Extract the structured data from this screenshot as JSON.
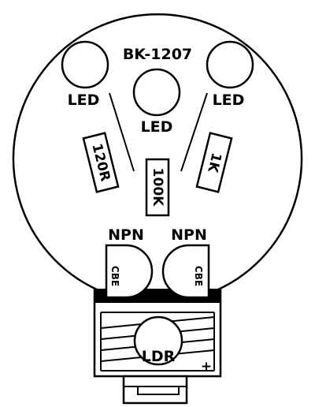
{
  "board": {
    "title": "BK-1207",
    "led_left": "LED",
    "led_center": "LED",
    "led_right": "LED",
    "resistor_left": "120R",
    "resistor_center": "100K",
    "resistor_right": "1K",
    "npn_left": "NPN",
    "npn_right": "NPN",
    "pins_left": "CBE",
    "pins_right": "CBE",
    "ldr": "LDR",
    "plus_sign": "+"
  },
  "colors": {
    "ink": "#000000",
    "board": "#ffffff"
  }
}
